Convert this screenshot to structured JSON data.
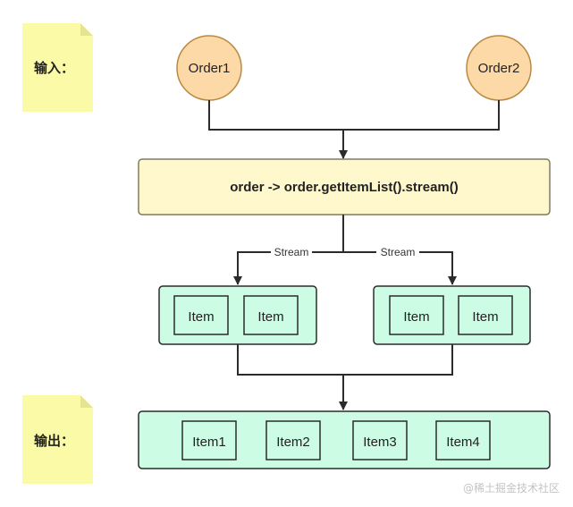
{
  "notes": {
    "input_label": "输入：",
    "output_label": "输出："
  },
  "orders": {
    "order1": "Order1",
    "order2": "Order2"
  },
  "mapper": {
    "expression": "order -> order.getItemList().stream()"
  },
  "edges": {
    "stream_left": "Stream",
    "stream_right": "Stream"
  },
  "groups": {
    "left": [
      "Item",
      "Item"
    ],
    "right": [
      "Item",
      "Item"
    ]
  },
  "output": {
    "items": [
      "Item1",
      "Item2",
      "Item3",
      "Item4"
    ]
  },
  "watermark": "@稀土掘金技术社区",
  "colors": {
    "note_fill": "#fbfaa6",
    "order_fill": "#fdd9a8",
    "order_stroke": "#b98940",
    "mapper_fill": "#fff8cc",
    "mapper_stroke": "#807b5c",
    "item_fill": "#ccfce4",
    "stroke": "#2b2b2b"
  }
}
